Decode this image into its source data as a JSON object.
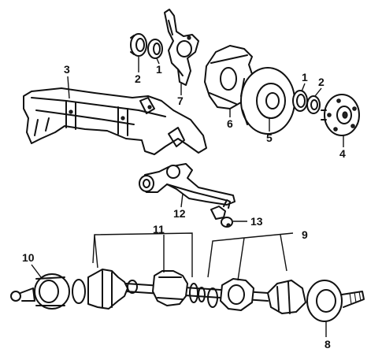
{
  "callouts": {
    "seal_top": "2",
    "bearing_top": "1",
    "knuckle": "7",
    "crossmember": "3",
    "splash_shield": "6",
    "rotor": "5",
    "bearing_right": "1",
    "seal_right": "2",
    "hub": "4",
    "control_arm": "12",
    "ball_joint": "13",
    "outer_joint": "10",
    "boot_kit_mid": "11",
    "boot_kit_right": "9",
    "inner_joint": "8"
  },
  "colors": {
    "ink": "#111111",
    "paper": "#ffffff"
  }
}
